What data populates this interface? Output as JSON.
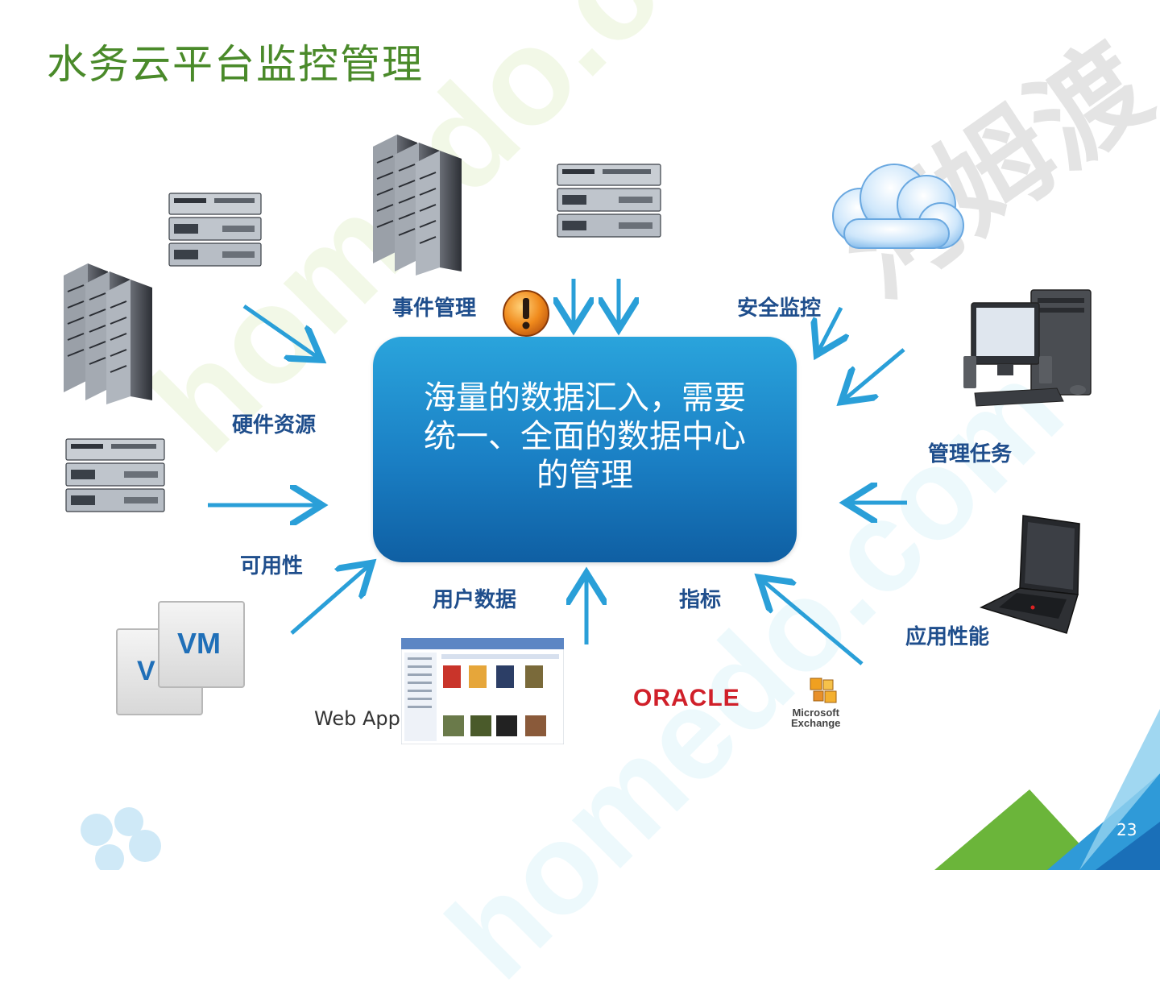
{
  "title": "水务云平台监控管理",
  "center_text_lines": [
    "海量的数据汇入，需要",
    "统一、全面的数据中心",
    "的管理"
  ],
  "labels": {
    "event_mgmt": "事件管理",
    "security_monitor": "安全监控",
    "hardware": "硬件资源",
    "mgmt_tasks": "管理任务",
    "availability": "可用性",
    "user_data": "用户数据",
    "metrics": "指标",
    "app_perf": "应用性能"
  },
  "logos": {
    "web_app": "Web App",
    "oracle": "ORACLE",
    "ms_exchange_line1": "Microsoft",
    "ms_exchange_line2": "Exchange",
    "vm_front": "VM",
    "vm_back": "V"
  },
  "icons": [
    "server-rack-icon",
    "router-icon",
    "cloud-icon",
    "desktop-pc-icon",
    "laptop-icon",
    "alert-icon",
    "vm-icon",
    "webapp-screenshot-icon",
    "exchange-logo-icon"
  ],
  "watermark": {
    "text_a": "homedo.com",
    "text_b": "河姆渡"
  },
  "page_number": "23",
  "colors": {
    "title": "#4a8a2a",
    "label": "#1f4e8c",
    "arrow": "#2a9fd8",
    "box": "#1a7fc4"
  }
}
